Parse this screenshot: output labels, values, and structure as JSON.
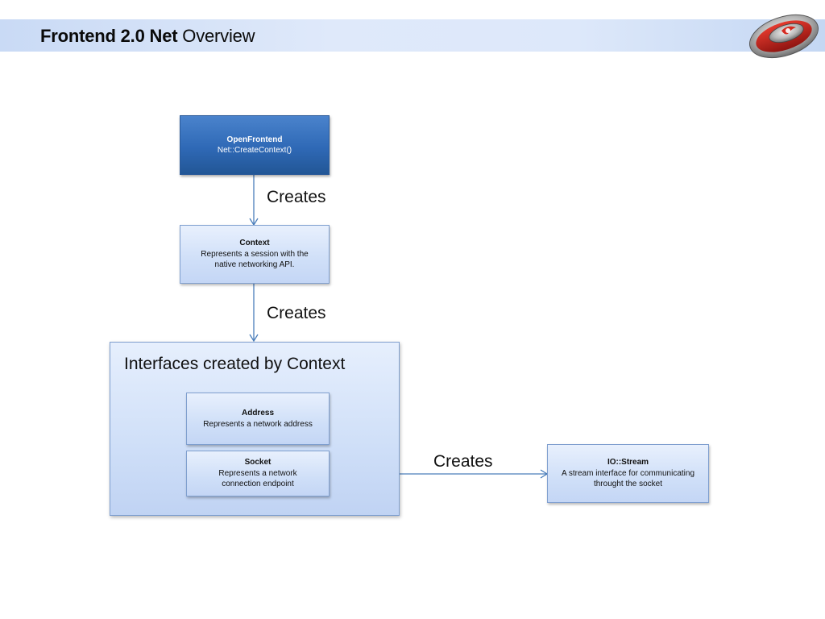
{
  "header": {
    "title_bold": "Frontend 2.0 Net",
    "title_rest": " Overview"
  },
  "nodes": {
    "open_frontend": {
      "title": "OpenFrontend",
      "subtitle": "Net::CreateContext()"
    },
    "context": {
      "title": "Context",
      "line1": "Represents a session with the",
      "line2": "native networking API."
    },
    "group": {
      "title": "Interfaces created by Context"
    },
    "address": {
      "title": "Address",
      "line1": "Represents a network address"
    },
    "socket": {
      "title": "Socket",
      "line1": "Represents a network",
      "line2": "connection endpoint"
    },
    "io_stream": {
      "title": "IO::Stream",
      "line1": "A stream interface for communicating",
      "line2": "throught the socket"
    }
  },
  "edges": {
    "creates_1": "Creates",
    "creates_2": "Creates",
    "creates_3": "Creates"
  },
  "colors": {
    "connector": "#4a7ebb",
    "dark_box": "#2f69b6",
    "light_box": "#cfdff8",
    "header_band": "#dfe9fa"
  }
}
